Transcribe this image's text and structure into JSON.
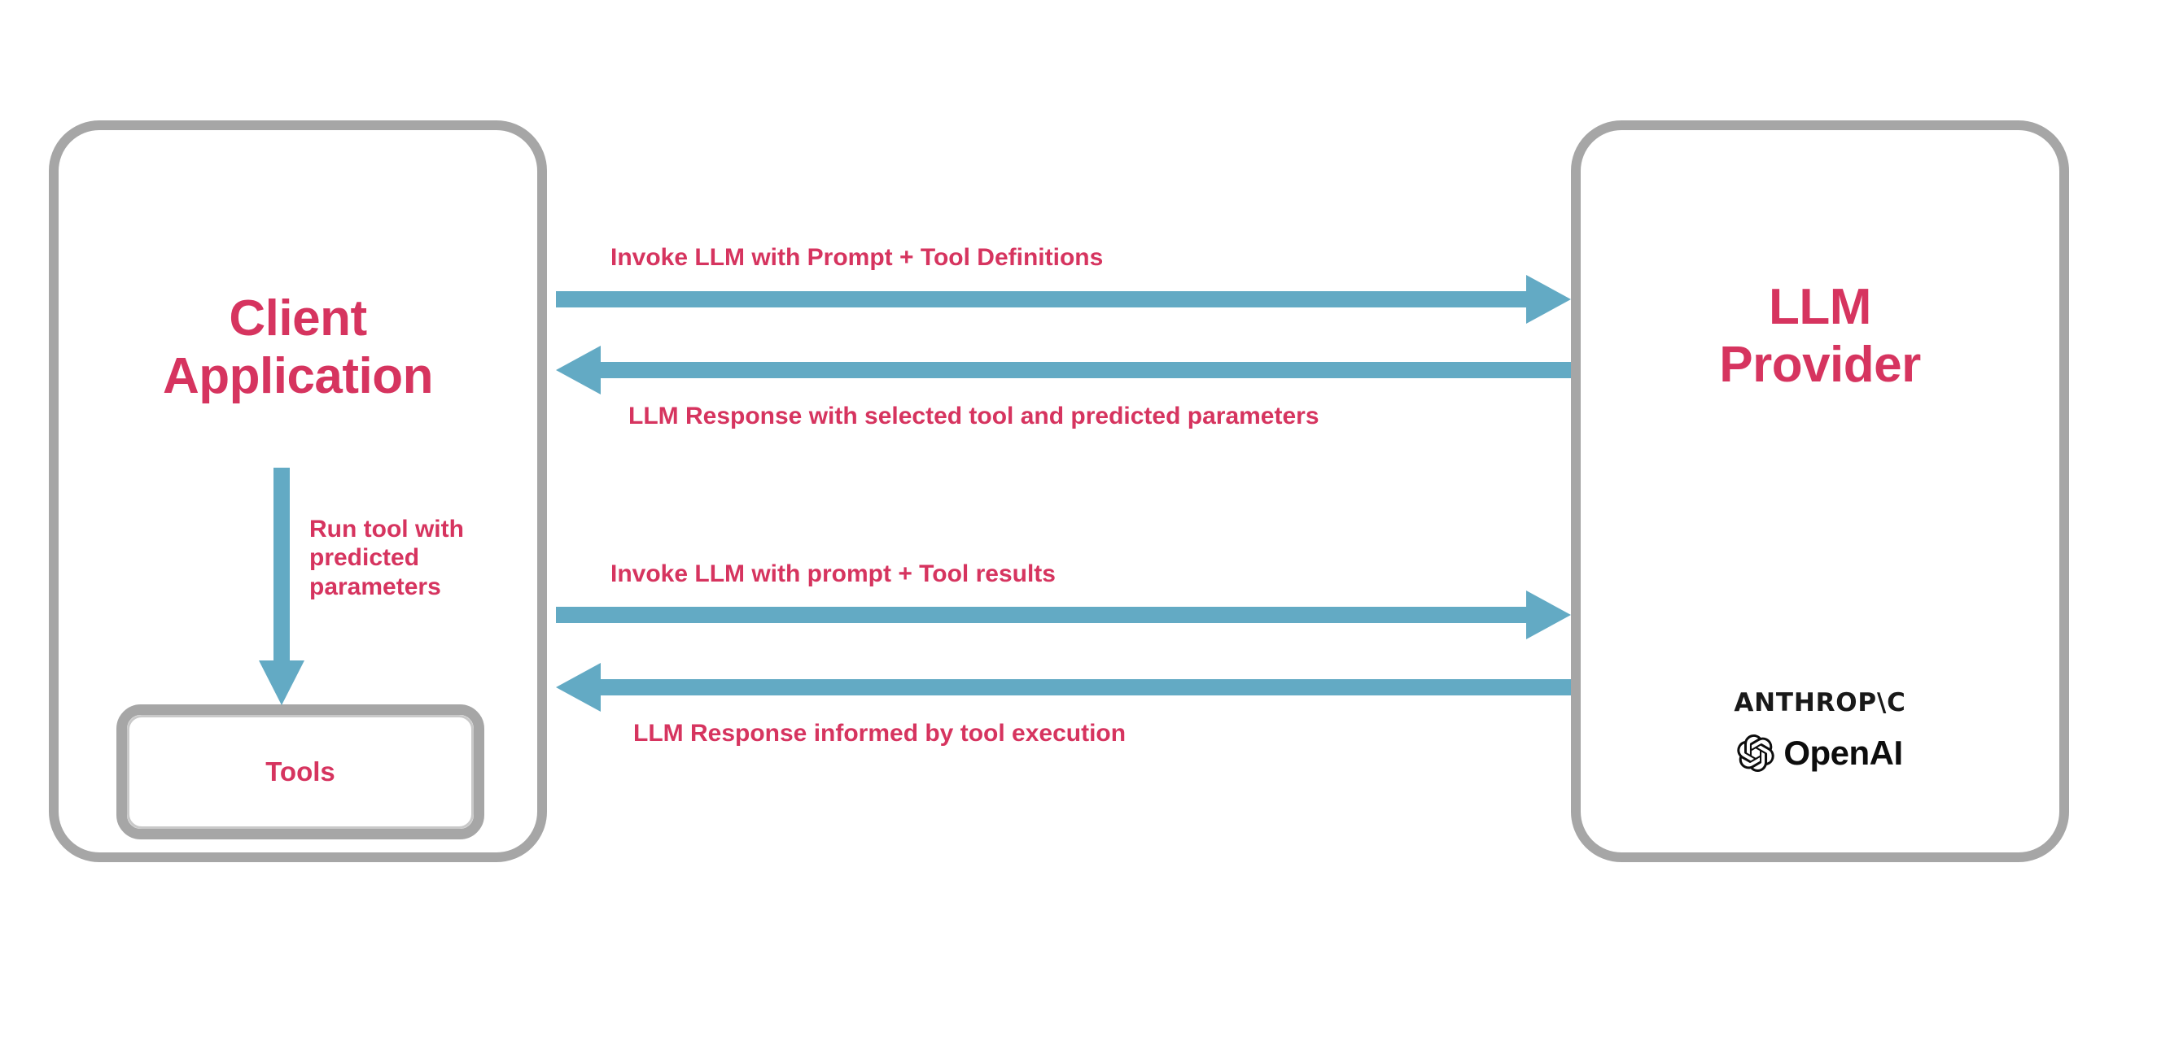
{
  "diagram": {
    "title": "LLM tool-calling sequence between client application and LLM provider",
    "colors": {
      "accent_text": "#d6345f",
      "arrow": "#63aac4",
      "box_border": "#a6a6a6",
      "background": "#ffffff",
      "brand_text": "#191919"
    },
    "nodes": {
      "client": {
        "title_line1": "Client",
        "title_line2": "Application"
      },
      "tools": {
        "label": "Tools"
      },
      "provider": {
        "title_line1": "LLM",
        "title_line2": "Provider",
        "brands": [
          {
            "name": "anthropic-wordmark",
            "label": "ANTHROP\\C"
          },
          {
            "name": "openai-wordmark",
            "label": "OpenAI"
          }
        ]
      }
    },
    "flows": [
      {
        "id": "invoke-llm-with-tool-definitions",
        "label": "Invoke LLM with Prompt + Tool Definitions",
        "direction": "client-to-provider"
      },
      {
        "id": "llm-response-with-selected-tool",
        "label": "LLM Response with selected tool and predicted parameters",
        "direction": "provider-to-client"
      },
      {
        "id": "run-tool-with-predicted-parameters",
        "label": "Run tool with predicted parameters",
        "direction": "client-to-tools"
      },
      {
        "id": "invoke-llm-with-tool-results",
        "label": "Invoke LLM with prompt + Tool results",
        "direction": "client-to-provider"
      },
      {
        "id": "llm-response-informed-by-tool-execution",
        "label": "LLM Response informed by tool execution",
        "direction": "provider-to-client"
      }
    ]
  }
}
